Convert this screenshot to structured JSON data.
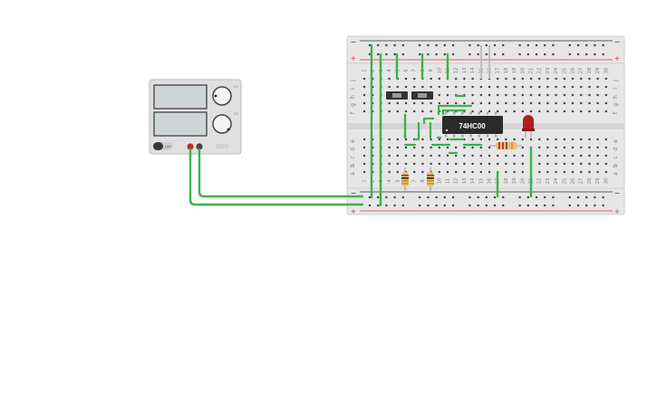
{
  "ic": {
    "label": "74HC00"
  },
  "power_supply": {
    "knob1_label": "V+",
    "knob2_label": "CC",
    "switch_label": "OFF"
  },
  "breadboard": {
    "rows_top": [
      "j",
      "i",
      "h",
      "g",
      "f"
    ],
    "rows_bottom": [
      "e",
      "d",
      "c",
      "b",
      "a"
    ],
    "rail_minus": "−",
    "rail_plus": "+",
    "columns": [
      "1",
      "2",
      "3",
      "4",
      "5",
      "6",
      "7",
      "8",
      "9",
      "10",
      "11",
      "12",
      "13",
      "14",
      "15",
      "16",
      "17",
      "18",
      "19",
      "20",
      "21",
      "22",
      "23",
      "24",
      "25",
      "26",
      "27",
      "28",
      "29",
      "30"
    ]
  },
  "colors": {
    "wire": "#3bb24a",
    "board": "#e6e6e6",
    "rail_red": "#d9363e",
    "rail_black": "#333333",
    "ic_body": "#2a2a2a",
    "led": "#b21f1f"
  }
}
